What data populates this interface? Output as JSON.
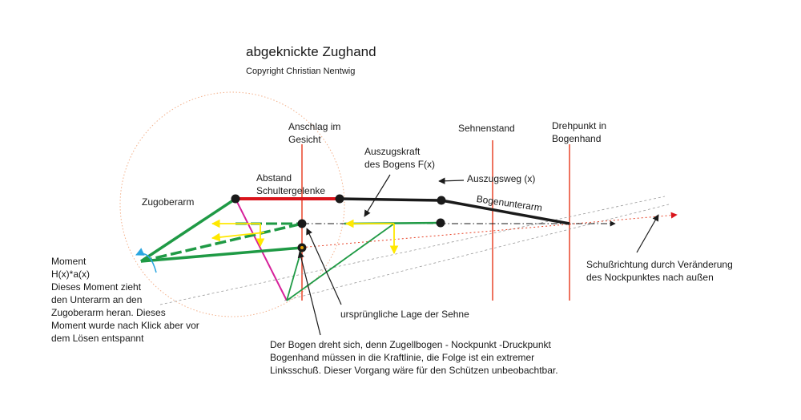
{
  "title": "abgeknickte Zughand",
  "copyright": "Copyright Christian Nentwig",
  "labels": {
    "anschlag": "Anschlag im\nGesicht",
    "sehnenstand": "Sehnenstand",
    "drehpunkt": "Drehpunkt in\nBogenhand",
    "auszugskraft": "Auszugskraft\ndes Bogens F(x)",
    "auszugsweg": "Auszugsweg (x)",
    "abstand": "Abstand\nSchultergelenke",
    "zugoberarm": "Zugoberarm",
    "bogenunterarm": "Bogenunterarm",
    "moment": "Moment\nH(x)*a(x)\nDieses Moment zieht\nden Unterarm an den\nZugoberarm heran. Dieses\nMoment wurde nach Klick aber vor\ndem Lösen entspannt",
    "schussrichtung": "Schußrichtung durch Veränderung\ndes Nockpunktes nach außen",
    "urspruenglich": "ursprüngliche Lage der Sehne",
    "bogen_dreht": "Der Bogen dreht sich, denn Zugellbogen - Nockpunkt -Druckpunkt\nBogenhand müssen in die Kraftlinie, die Folge ist ein extremer\nLinksschuß. Dieser Vorgang wäre für den Schützen unbeobachtbar."
  },
  "colors": {
    "green": "#1f9a45",
    "red": "#d9141b",
    "black": "#1a1a1a",
    "magenta": "#d6229b",
    "yellow": "#ffe800",
    "orange_line": "#e8452a",
    "blue_arrow": "#2aa6e0",
    "circle": "#f3b08a",
    "gray": "#999999"
  }
}
